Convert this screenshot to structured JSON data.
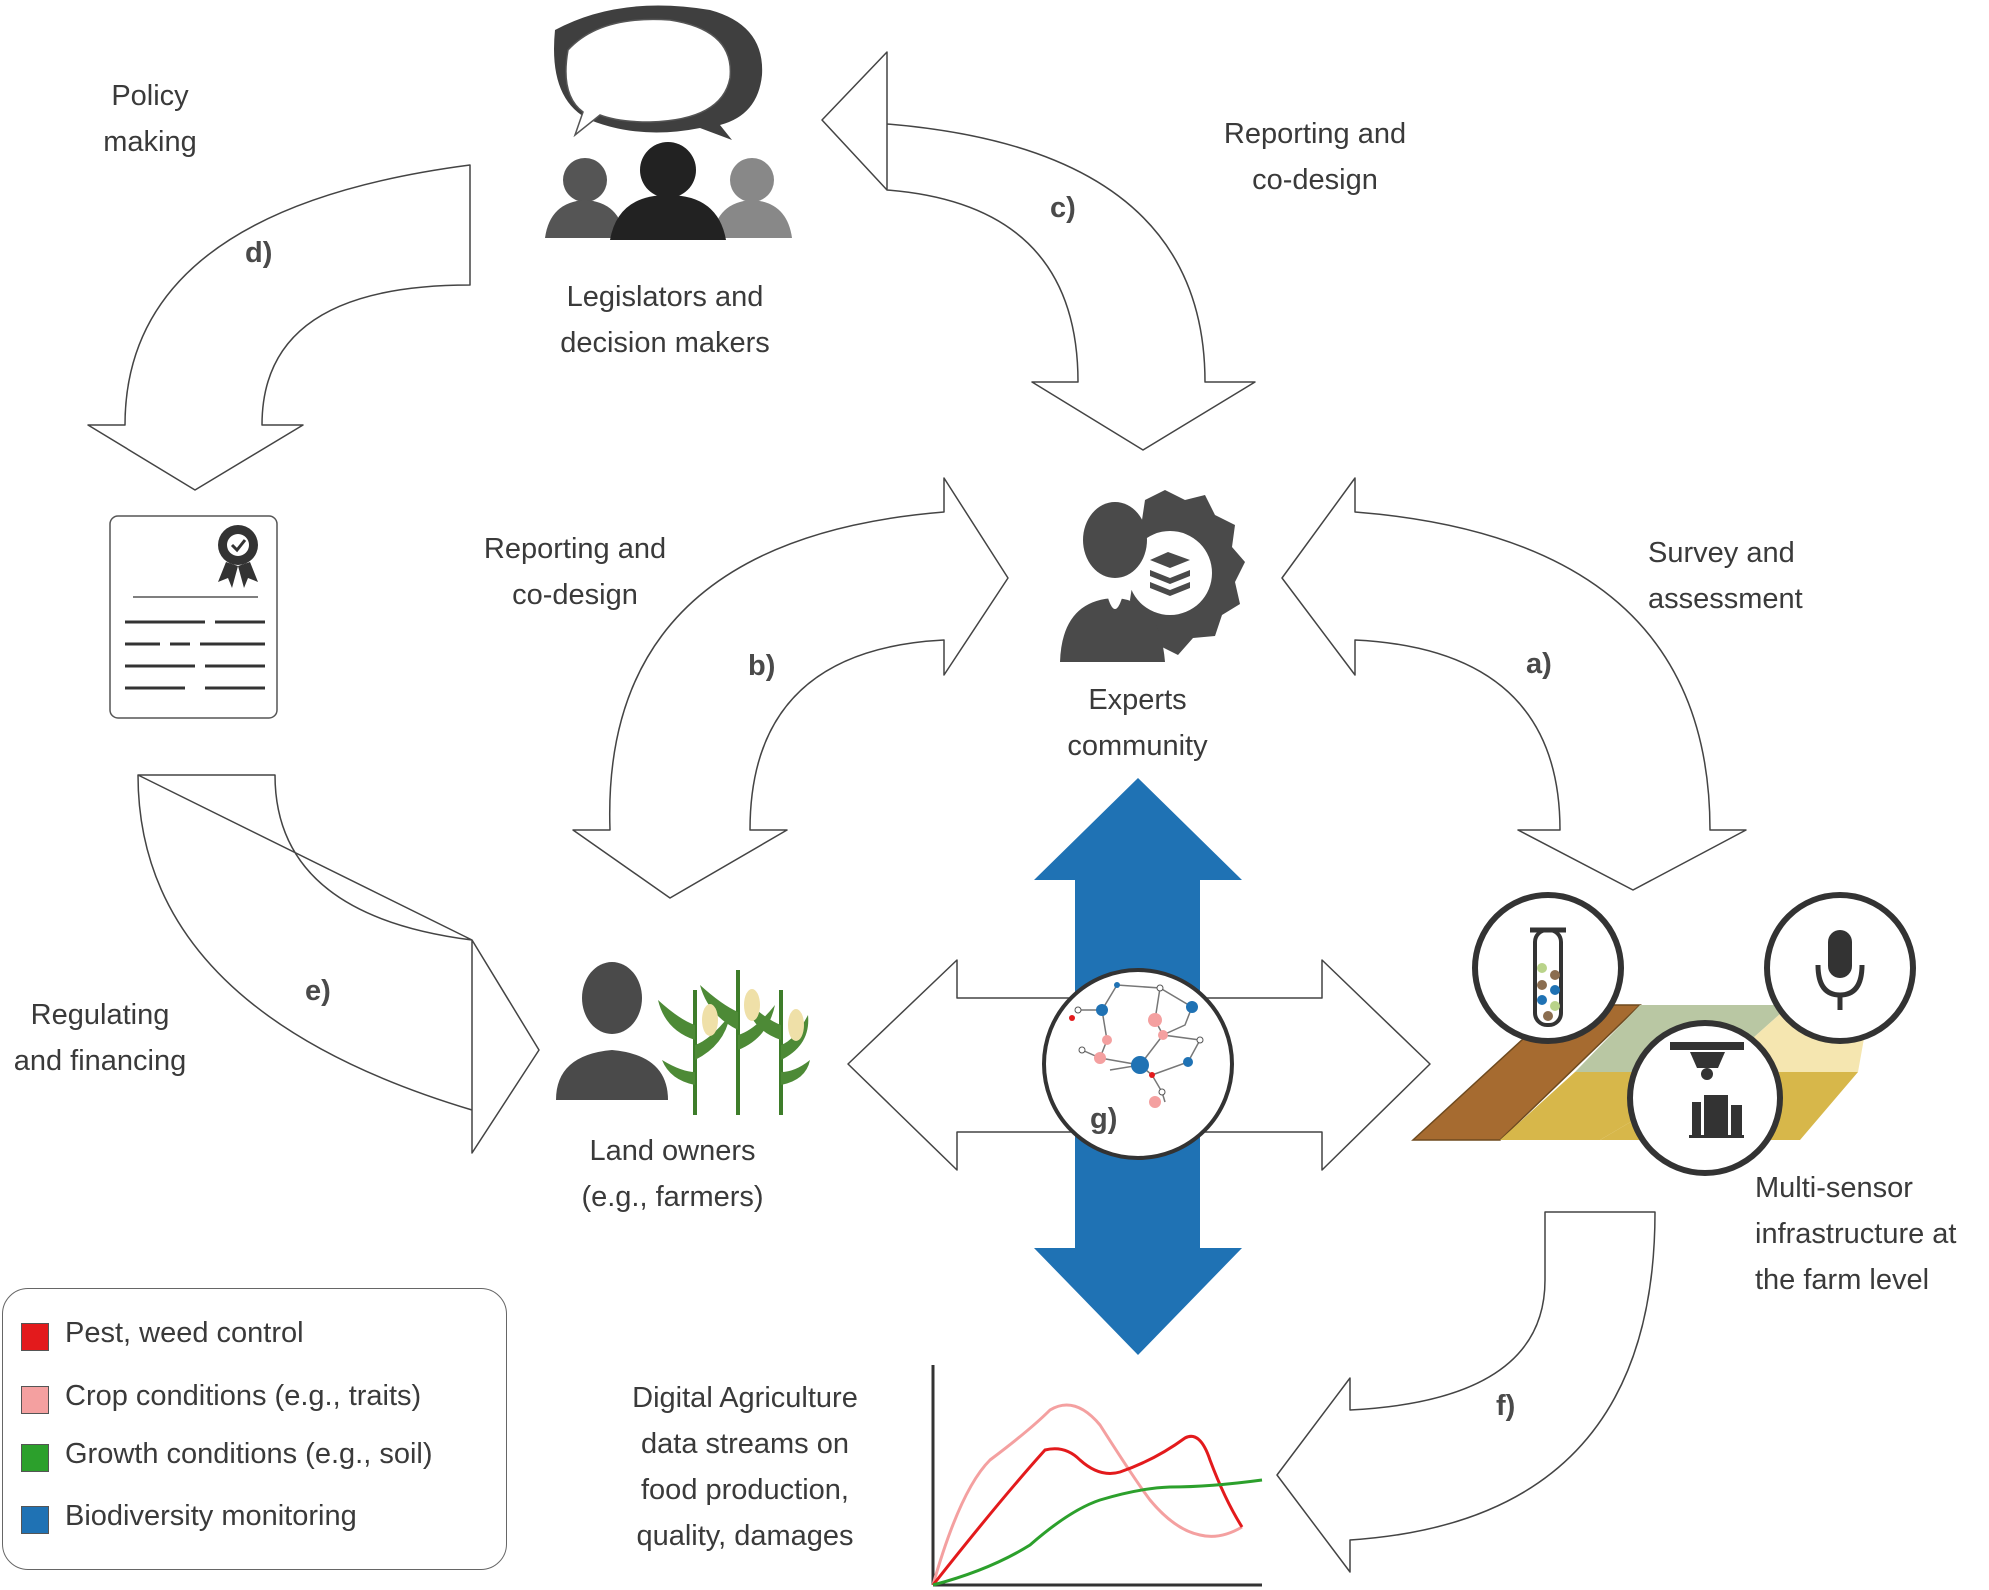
{
  "actors": {
    "legislators": [
      "Legislators and",
      "decision makers"
    ],
    "experts": [
      "Experts",
      "community"
    ],
    "land_owners": [
      "Land owners",
      "(e.g., farmers)"
    ],
    "sensors": [
      "Multi-sensor",
      "infrastructure at",
      "the farm level"
    ],
    "data_streams": [
      "Digital Agriculture",
      "data streams on",
      "food production,",
      "quality, damages"
    ]
  },
  "flows": {
    "a": {
      "letter": "a)",
      "label": [
        "Survey and",
        "assessment"
      ]
    },
    "b": {
      "letter": "b)",
      "label": [
        "Reporting and",
        "co-design"
      ]
    },
    "c": {
      "letter": "c)",
      "label": [
        "Reporting and",
        "co-design"
      ]
    },
    "d": {
      "letter": "d)",
      "label": [
        "Policy",
        "making"
      ]
    },
    "e": {
      "letter": "e)",
      "label": [
        "Regulating",
        "and financing"
      ]
    },
    "f": {
      "letter": "f)"
    },
    "g": {
      "letter": "g)"
    }
  },
  "legend": [
    {
      "label": "Pest, weed control",
      "color": "#e31a1c"
    },
    {
      "label": "Crop conditions (e.g., traits)",
      "color": "#f4a0a0"
    },
    {
      "label": "Growth conditions (e.g., soil)",
      "color": "#2ca02c"
    },
    {
      "label": "Biodiversity monitoring",
      "color": "#1f77b4"
    }
  ],
  "colors": {
    "blue_arrow": "#1f72b4",
    "icon_dark": "#4a4a4a",
    "icon_mid": "#666666",
    "icon_light": "#8a8a8a",
    "field_brown": "#a66b30",
    "field_green": "#b9c7a3",
    "field_yellow": "#d7b74a",
    "field_cream": "#f5e6b0"
  },
  "icons": [
    "speech-bubble-icon",
    "people-group-icon",
    "certificate-icon",
    "expert-gear-icon",
    "farmer-icon",
    "corn-icon",
    "test-tube-icon",
    "microphone-icon",
    "drone-icon",
    "bar-chart-icon",
    "network-icon",
    "line-chart-icon"
  ]
}
